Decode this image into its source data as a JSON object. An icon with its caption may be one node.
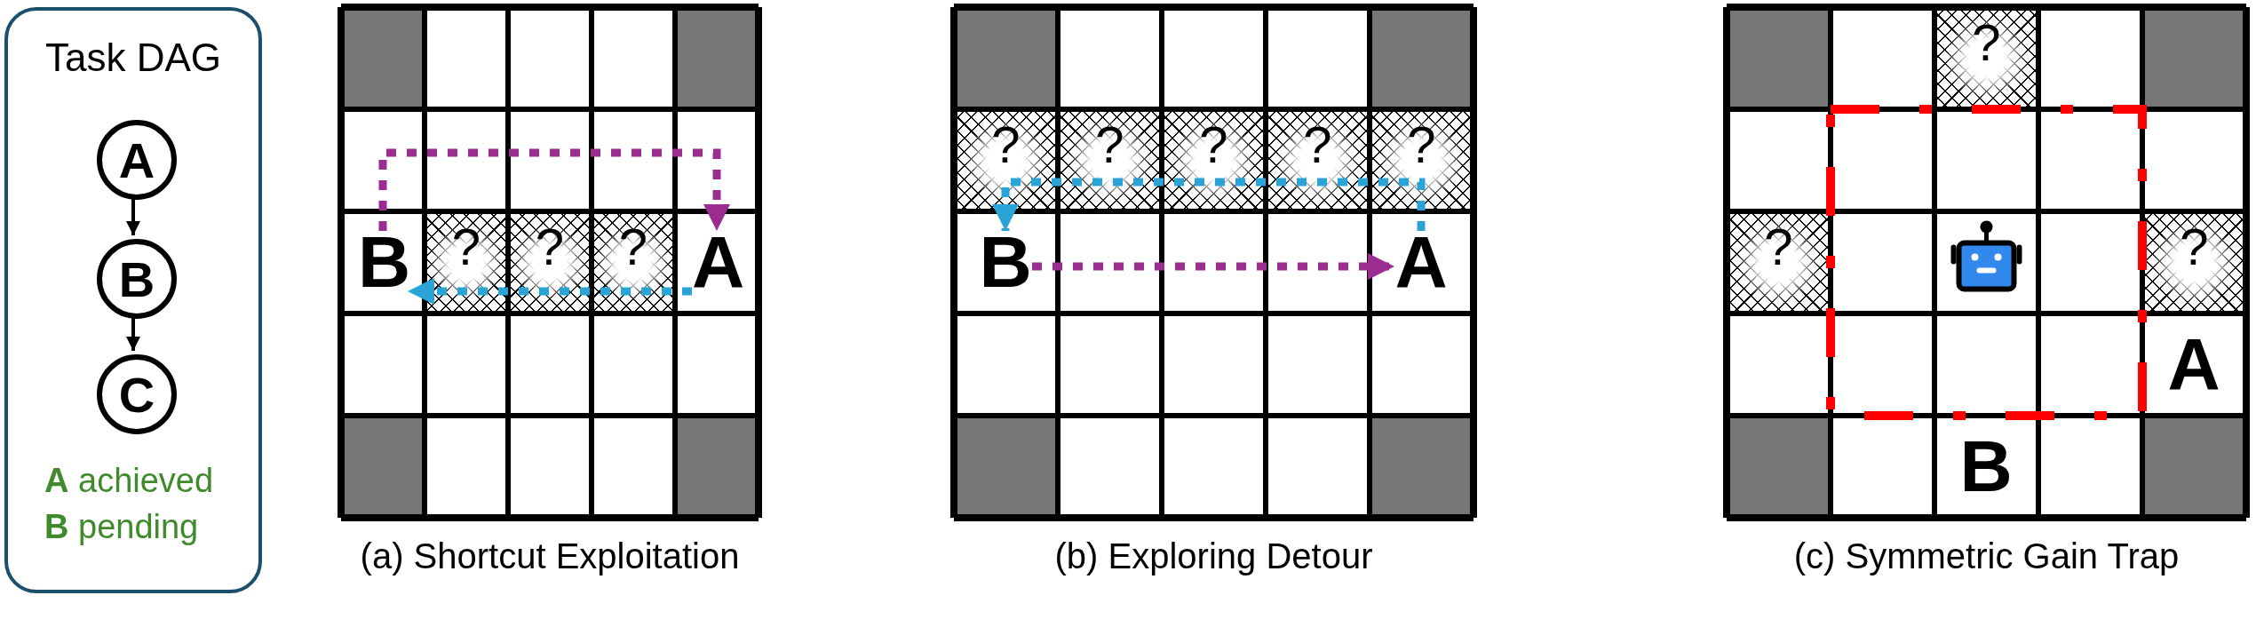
{
  "diagram": {
    "nodes": [
      {
        "text": [
          "Task DAG"
        ]
      },
      {
        "text": [
          "A"
        ],
        "in": 0
      },
      {
        "text": [
          "B"
        ],
        "in": 0
      },
      {
        "text": [
          "C"
        ],
        "in": 0
      },
      {
        "text": [
          "(a) Shortcut Exploitation"
        ]
      },
      {
        "text": [
          "B"
        ],
        "in": 4
      },
      {
        "text": [
          "A"
        ],
        "in": 4
      },
      {
        "text": [
          "(b) Exploring Detour"
        ]
      },
      {
        "text": [
          "B"
        ],
        "in": 7
      },
      {
        "text": [
          "A"
        ],
        "in": 7
      },
      {
        "text": [
          "(c) Symmetric Gain Trap"
        ]
      },
      {
        "text": [
          "A"
        ],
        "in": 10
      },
      {
        "text": [
          "B"
        ],
        "in": 10
      }
    ],
    "edges": [
      {
        "from": 1,
        "to": 2,
        "arrow": "to"
      },
      {
        "from": 2,
        "to": 3,
        "arrow": "to"
      },
      {
        "from": 5,
        "to": 6,
        "arrow": "to",
        "style": "dashed",
        "color": "#9b2d91"
      },
      {
        "from": 6,
        "to": 5,
        "arrow": "to",
        "style": "dashed",
        "color": "#2aa3d6"
      },
      {
        "from": 8,
        "to": 9,
        "arrow": "to",
        "style": "dashed",
        "color": "#9b2d91"
      },
      {
        "from": 9,
        "to": 8,
        "arrow": "to",
        "style": "dashed",
        "color": "#2aa3d6"
      }
    ],
    "labels": [
      "**A** achieved",
      "**B** pending",
      "?",
      "?",
      "?",
      "?",
      "?",
      "?",
      "?",
      "?",
      "?",
      "?",
      "?"
    ]
  }
}
